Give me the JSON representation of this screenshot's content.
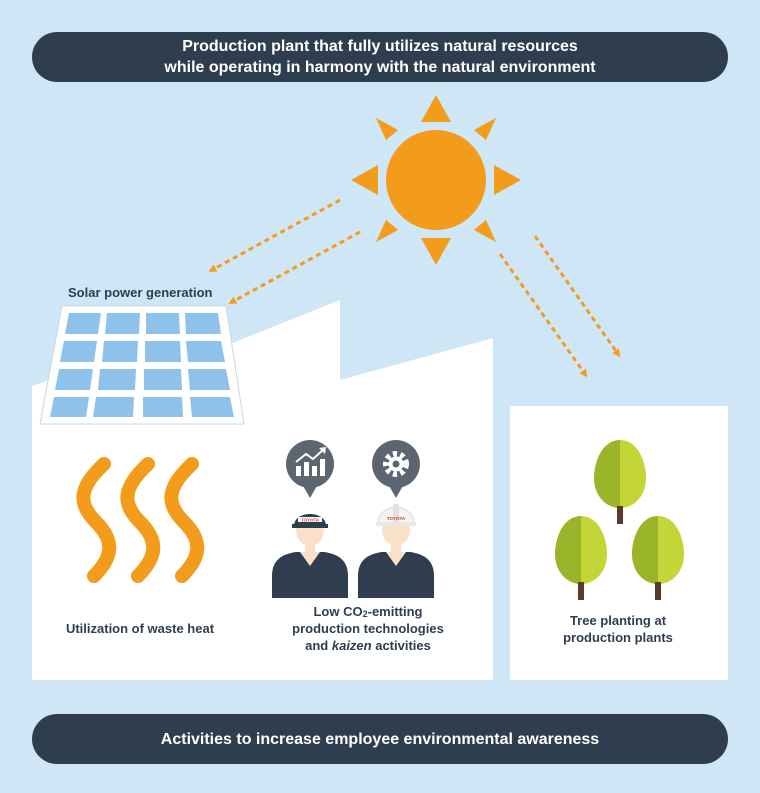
{
  "header": {
    "line1": "Production plant that fully utilizes natural resources",
    "line2": "while operating in harmony with the natural environment"
  },
  "footer": {
    "text": "Activities to increase employee environmental awareness"
  },
  "labels": {
    "solar": "Solar power generation",
    "waste_heat": "Utilization of waste heat",
    "tech_pre": "Low CO",
    "tech_sub": "2",
    "tech_post": "-emitting",
    "tech_line2": "production technologies",
    "tech_and": "and ",
    "tech_kaizen": "kaizen",
    "tech_activities": " activities",
    "tree_line1": "Tree planting at",
    "tree_line2": "production plants"
  },
  "badges": {
    "cap": "TOYOTA",
    "helmet": "TOYOTA"
  },
  "icons": {
    "sun": "sun-icon",
    "chart": "growth-chart-icon",
    "gear": "gear-icon"
  },
  "colors": {
    "background": "#cfe6f6",
    "dark": "#2f3e4f",
    "orange": "#f39c1b",
    "panel_cell": "#8ec2ea",
    "tree_light": "#c3d537",
    "tree_dark": "#9ab52a",
    "trunk": "#5a3a2a"
  }
}
